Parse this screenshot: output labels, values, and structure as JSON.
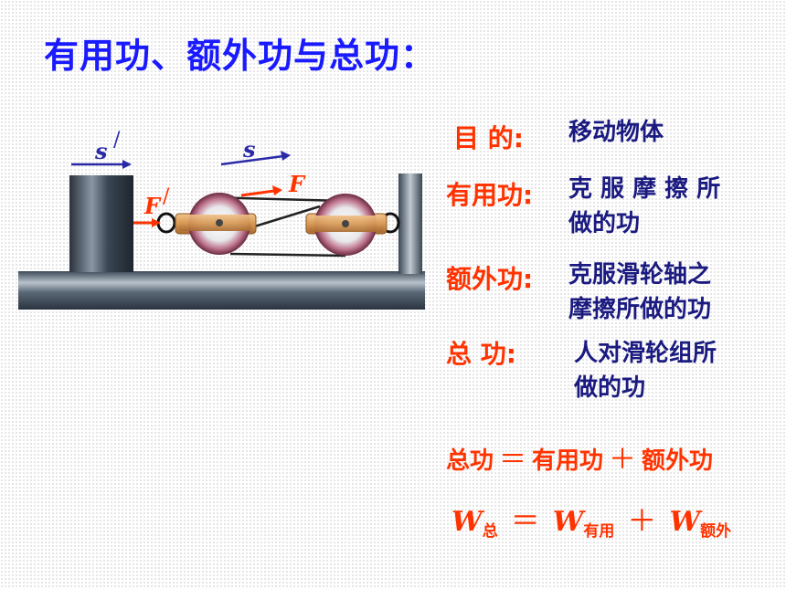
{
  "title": "有用功、额外功与总功：",
  "labels": {
    "purpose": "目   的:",
    "useful": "有用功:",
    "extra": "额外功:",
    "total": "总    功:"
  },
  "values": {
    "purpose": "移动物体",
    "useful_line1": "克 服 摩 擦 所",
    "useful_line2": "做的功",
    "extra_line1": "克服滑轮轴之",
    "extra_line2": "摩擦所做的功",
    "total_line1": "人对滑轮组所",
    "total_line2": "做的功"
  },
  "formula_words": {
    "total": "总功",
    "eq": "＝",
    "useful": "有用功",
    "plus": "＋",
    "extra": "额外功"
  },
  "formula_symbols": {
    "w": "W",
    "sub_total": "总",
    "eq": "＝",
    "sub_useful": "有用",
    "plus": "＋",
    "sub_extra": "额外"
  },
  "diagram": {
    "s_prime": "s",
    "prime_mark": "/",
    "s": "s",
    "F": "F",
    "F_prime": "F",
    "F_prime_mark": "/"
  },
  "colors": {
    "title": "#1a1aff",
    "label": "#ff3300",
    "value": "#1a1a80",
    "arrow_blue": "#2a2aa8",
    "arrow_red": "#ff3300"
  }
}
